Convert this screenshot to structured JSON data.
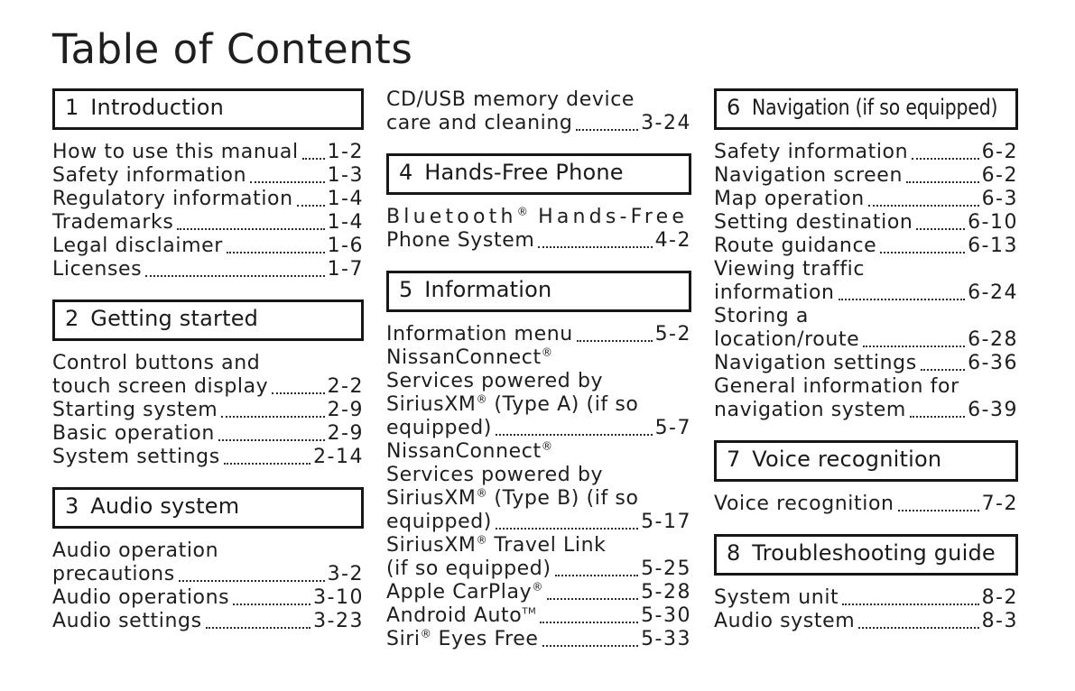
{
  "title": "Table of Contents",
  "colors": {
    "background": "#ffffff",
    "text": "#1e1e1e",
    "box_border": "#161616",
    "dot_leader": "#2b2b2b"
  },
  "columns": [
    {
      "blocks": [
        {
          "type": "chapter",
          "num": "1",
          "title": "Introduction"
        },
        {
          "type": "entries",
          "items": [
            {
              "lines": [
                "How to use this manual"
              ],
              "page": "1-2"
            },
            {
              "lines": [
                "Safety information"
              ],
              "page": "1-3"
            },
            {
              "lines": [
                "Regulatory information"
              ],
              "page": "1-4"
            },
            {
              "lines": [
                "Trademarks"
              ],
              "page": "1-4"
            },
            {
              "lines": [
                "Legal disclaimer"
              ],
              "page": "1-6"
            },
            {
              "lines": [
                "Licenses"
              ],
              "page": "1-7"
            }
          ]
        },
        {
          "type": "chapter",
          "num": "2",
          "title": "Getting started"
        },
        {
          "type": "entries",
          "items": [
            {
              "lines": [
                "Control buttons and",
                "touch screen display"
              ],
              "page": "2-2"
            },
            {
              "lines": [
                "Starting system"
              ],
              "page": "2-9"
            },
            {
              "lines": [
                "Basic operation"
              ],
              "page": "2-9"
            },
            {
              "lines": [
                "System settings"
              ],
              "page": "2-14"
            }
          ]
        },
        {
          "type": "chapter",
          "num": "3",
          "title": "Audio system"
        },
        {
          "type": "entries",
          "items": [
            {
              "lines": [
                "Audio operation",
                "precautions"
              ],
              "page": "3-2"
            },
            {
              "lines": [
                "Audio operations"
              ],
              "page": "3-10"
            },
            {
              "lines": [
                "Audio settings"
              ],
              "page": "3-23"
            }
          ]
        }
      ]
    },
    {
      "blocks": [
        {
          "type": "entries",
          "items": [
            {
              "lines": [
                "CD/USB memory device",
                "care and cleaning"
              ],
              "page": "3-24"
            }
          ]
        },
        {
          "type": "chapter",
          "num": "4",
          "title": "Hands-Free Phone"
        },
        {
          "type": "entries",
          "items": [
            {
              "lines": [
                "Bluetooth® Hands-Free",
                "Phone System"
              ],
              "page": "4-2",
              "spread_first_line": true
            }
          ]
        },
        {
          "type": "chapter",
          "num": "5",
          "title": "Information"
        },
        {
          "type": "entries",
          "items": [
            {
              "lines": [
                "Information menu"
              ],
              "page": "5-2"
            },
            {
              "lines": [
                "NissanConnect®",
                "Services powered by",
                "SiriusXM® (Type A) (if so",
                "equipped)"
              ],
              "page": "5-7"
            },
            {
              "lines": [
                "NissanConnect®",
                "Services powered by",
                "SiriusXM® (Type B) (if so",
                "equipped)"
              ],
              "page": "5-17"
            },
            {
              "lines": [
                "SiriusXM® Travel Link",
                "(if so equipped)"
              ],
              "page": "5-25"
            },
            {
              "lines": [
                "Apple CarPlay®"
              ],
              "page": "5-28"
            },
            {
              "lines": [
                "Android Auto™"
              ],
              "page": "5-30"
            },
            {
              "lines": [
                "Siri® Eyes Free"
              ],
              "page": "5-33"
            }
          ]
        }
      ]
    },
    {
      "blocks": [
        {
          "type": "chapter",
          "num": "6",
          "title": "Navigation (if so equipped)",
          "condensed": true
        },
        {
          "type": "entries",
          "items": [
            {
              "lines": [
                "Safety information"
              ],
              "page": "6-2"
            },
            {
              "lines": [
                "Navigation screen"
              ],
              "page": "6-2"
            },
            {
              "lines": [
                "Map operation"
              ],
              "page": "6-3"
            },
            {
              "lines": [
                "Setting destination"
              ],
              "page": "6-10"
            },
            {
              "lines": [
                "Route guidance"
              ],
              "page": "6-13"
            },
            {
              "lines": [
                "Viewing traffic",
                "information"
              ],
              "page": "6-24"
            },
            {
              "lines": [
                "Storing a",
                "location/route"
              ],
              "page": "6-28"
            },
            {
              "lines": [
                "Navigation settings"
              ],
              "page": "6-36"
            },
            {
              "lines": [
                "General information for",
                "navigation system"
              ],
              "page": "6-39"
            }
          ]
        },
        {
          "type": "chapter",
          "num": "7",
          "title": "Voice recognition"
        },
        {
          "type": "entries",
          "items": [
            {
              "lines": [
                "Voice recognition"
              ],
              "page": "7-2"
            }
          ]
        },
        {
          "type": "chapter",
          "num": "8",
          "title": "Troubleshooting guide"
        },
        {
          "type": "entries",
          "items": [
            {
              "lines": [
                "System unit"
              ],
              "page": "8-2"
            },
            {
              "lines": [
                "Audio system"
              ],
              "page": "8-3"
            }
          ]
        }
      ]
    }
  ]
}
